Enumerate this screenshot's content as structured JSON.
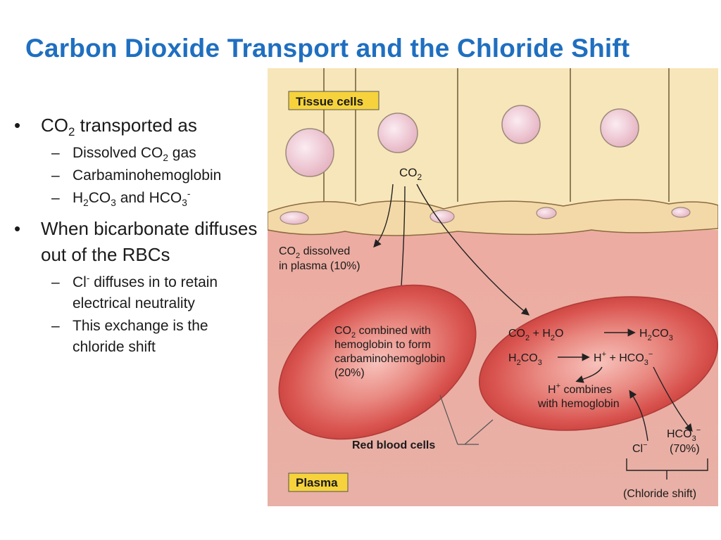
{
  "title": "Carbon Dioxide Transport and the Chloride Shift",
  "bullets": {
    "b1_text": " transported as",
    "b1_sub1": "Dissolved CO",
    "b1_sub1_tail": " gas",
    "b1_sub2": "Carbaminohemoglobin",
    "b1_sub3_tail": " and HCO",
    "b2_text": "When bicarbonate diffuses out of the RBCs",
    "b2_sub1_tail": " diffuses in to retain electrical neutrality",
    "b2_sub2": "This exchange is the chloride shift"
  },
  "figure": {
    "tissue_label": "Tissue cells",
    "plasma_label": "Plasma",
    "co2_dissolved_1": "dissolved",
    "co2_dissolved_2": "in plasma (10%)",
    "carb_1": "combined with",
    "carb_2": "hemoglobin to form",
    "carb_3": "carbaminohemoglobin",
    "carb_4": "(20%)",
    "hplus_1": "combines",
    "hplus_2": "with hemoglobin",
    "hco3_percent": "(70%)",
    "rbc_label": "Red blood cells",
    "chloride_shift": "(Chloride shift)"
  },
  "colors": {
    "title": "#1f6fc0",
    "tissue": "#f7e6b9",
    "plasma": "#ecaaa0",
    "label_box": "#f6d33c",
    "rbc": "#d9534f"
  }
}
